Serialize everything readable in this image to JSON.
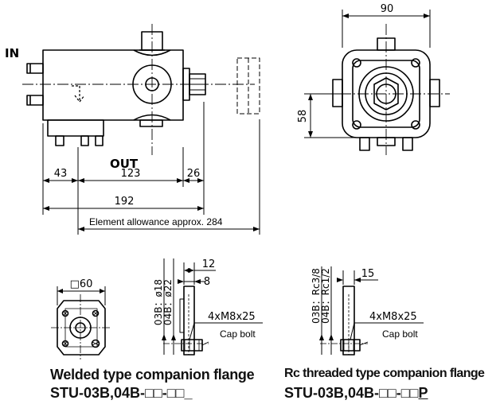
{
  "labels": {
    "inlet": "IN",
    "outlet": "OUT",
    "element_allowance": "Element allowance approx. 284",
    "cap_bolt_1": "Cap bolt",
    "cap_bolt_2": "Cap bolt"
  },
  "dimensions": {
    "left_43": "43",
    "mid_123": "123",
    "right_26": "26",
    "total_192": "192",
    "width_90": "90",
    "height_58": "58",
    "square_60": "□60",
    "dim_12": "12",
    "dim_8": "8",
    "dim_15": "15",
    "bore_03b": "03B：ø18",
    "bore_04b": "04B：ø22",
    "thread_03b": "03B：Rc3/8",
    "thread_04b": "04B：Rc1/2",
    "bolt_1": "4xM8x25",
    "bolt_2": "4xM8x25"
  },
  "titles": {
    "welded_title": "Welded type companion flange",
    "welded_model_prefix": "STU-03B,04B-□□-□□",
    "welded_model_suffix": "_",
    "threaded_title": "Rc threaded type companion flange",
    "threaded_model_prefix": "STU-03B,04B-□□-□□",
    "threaded_model_suffix": "P"
  },
  "colors": {
    "line": "#000000",
    "background": "#ffffff"
  }
}
